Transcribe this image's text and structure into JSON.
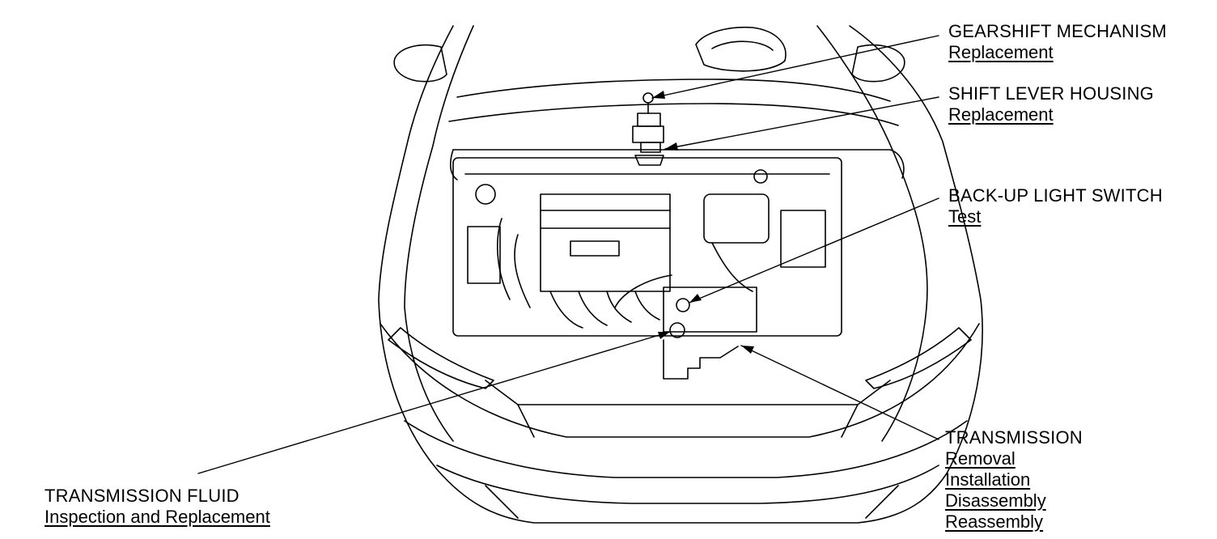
{
  "callouts": {
    "gearshift": {
      "title": "GEARSHIFT MECHANISM",
      "links": [
        "Replacement"
      ]
    },
    "shift_lever": {
      "title": "SHIFT LEVER HOUSING",
      "links": [
        "Replacement"
      ]
    },
    "backup_switch": {
      "title": "BACK-UP LIGHT SWITCH",
      "links": [
        "Test"
      ]
    },
    "transmission": {
      "title": "TRANSMISSION",
      "links": [
        "Removal",
        "Installation",
        "Disassembly",
        "Reassembly"
      ]
    },
    "fluid": {
      "title": "TRANSMISSION FLUID",
      "links": [
        "Inspection and Replacement"
      ]
    }
  }
}
